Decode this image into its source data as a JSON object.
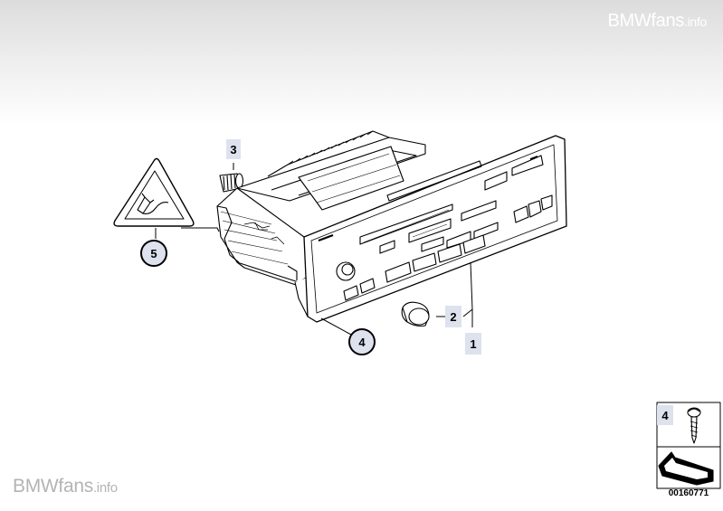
{
  "watermark": {
    "brand": "BMWfans",
    "suffix": ".info"
  },
  "callouts": {
    "part_1": "1",
    "part_2": "2",
    "part_3": "3",
    "part_4": "4",
    "part_5": "5"
  },
  "legend_box": {
    "number": "4",
    "part_id": "00160771"
  },
  "colors": {
    "line": "#000000",
    "callout_fill": "#dde2ee",
    "header_gray": "#dcdcdc"
  }
}
